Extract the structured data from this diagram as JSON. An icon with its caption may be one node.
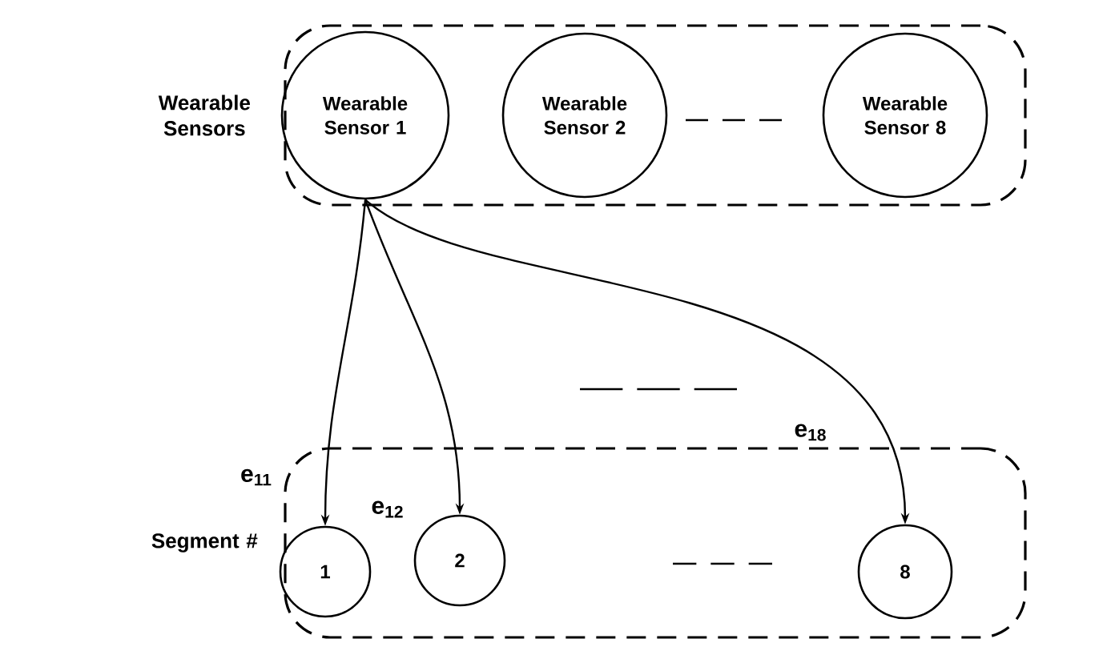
{
  "diagram": {
    "nodes": [
      {
        "text": [
          "Wearable Sensors"
        ]
      },
      {
        "text": [
          "Wearable Sensor 1"
        ],
        "in": 0
      },
      {
        "text": [
          "Wearable Sensor 2"
        ],
        "in": 0
      },
      {
        "text": [
          "Wearable Sensor 8"
        ],
        "in": 0
      },
      {
        "text": [
          "Segment #"
        ]
      },
      {
        "text": [
          "1"
        ],
        "in": 4
      },
      {
        "text": [
          "2"
        ],
        "in": 4
      },
      {
        "text": [
          "8"
        ],
        "in": 4
      }
    ],
    "edges": [
      {
        "from": 1,
        "to": 5,
        "arrow": "to",
        "label": "e$_{11}$"
      },
      {
        "from": 1,
        "to": 6,
        "arrow": "to",
        "label": "e$_{12}$"
      },
      {
        "from": 1,
        "to": 7,
        "arrow": "to",
        "label": "e$_{18}$"
      }
    ]
  }
}
